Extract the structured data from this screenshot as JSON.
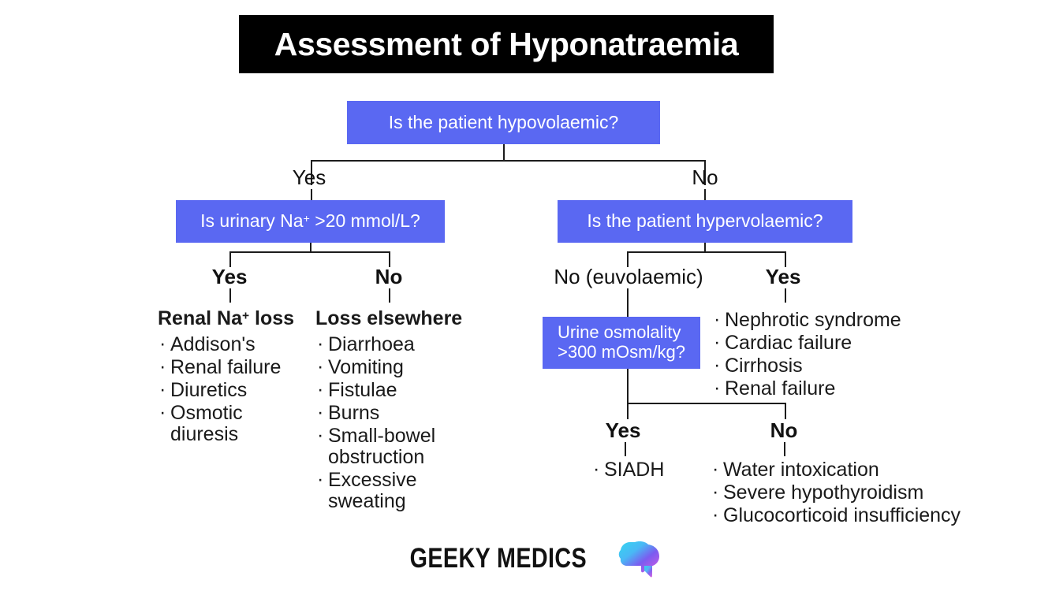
{
  "title": "Assessment of Hyponatraemia",
  "colors": {
    "box_blue": "#5a68f2",
    "banner_black": "#000000",
    "text_dark": "#1a1a1a",
    "box_text": "#ffffff",
    "line": "#1c1c1c"
  },
  "boxes": {
    "hypovolaemic": "Is the patient hypovolaemic?",
    "urinary_na": "Is urinary Na+ >20 mmol/L?",
    "urinary_na_prefix": "Is urinary Na",
    "urinary_na_suffix": " >20 mmol/L?",
    "hypervolaemic": "Is the patient hypervolaemic?",
    "urine_osmolality": "Urine osmolality\n>300 mOsm/kg?"
  },
  "branches": {
    "root_yes": "Yes",
    "root_no": "No",
    "urinary_yes": "Yes",
    "urinary_no": "No",
    "hyper_no": "No (euvolaemic)",
    "hyper_yes": "Yes",
    "osm_yes": "Yes",
    "osm_no": "No"
  },
  "outcomes": {
    "renal_na_loss": {
      "title": "Renal Na+ loss",
      "title_prefix": "Renal Na",
      "title_suffix": " loss",
      "items": [
        "Addison's",
        "Renal failure",
        "Diuretics",
        "Osmotic diuresis"
      ]
    },
    "loss_elsewhere": {
      "title": "Loss elsewhere",
      "items": [
        "Diarrhoea",
        "Vomiting",
        "Fistulae",
        "Burns",
        "Small-bowel\nobstruction",
        "Excessive sweating"
      ]
    },
    "hypervolaemic_causes": {
      "title": "",
      "items": [
        "Nephrotic syndrome",
        "Cardiac failure",
        "Cirrhosis",
        "Renal failure"
      ]
    },
    "osm_high": {
      "title": "",
      "items": [
        "SIADH"
      ]
    },
    "osm_low": {
      "title": "",
      "items": [
        "Water intoxication",
        "Severe hypothyroidism",
        "Glucocorticoid insufficiency"
      ]
    }
  },
  "footer": {
    "brand": "GEEKY MEDICS",
    "icon": "brain-icon"
  }
}
